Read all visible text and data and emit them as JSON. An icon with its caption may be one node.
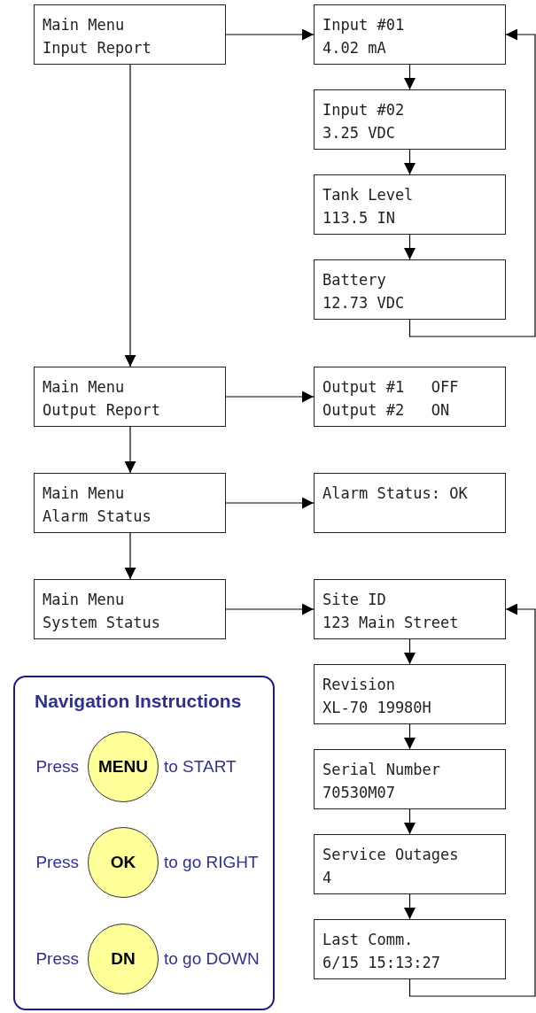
{
  "diagram": {
    "nodes": [
      {
        "text": [
          "Main Menu",
          "Input Report"
        ]
      },
      {
        "text": [
          "Input #01",
          "4.02 mA"
        ]
      },
      {
        "text": [
          "Input #02",
          "3.25 VDC"
        ]
      },
      {
        "text": [
          "Tank Level",
          "113.5 IN"
        ]
      },
      {
        "text": [
          "Battery",
          "12.73 VDC"
        ]
      },
      {
        "text": [
          "Main Menu",
          "Output Report"
        ]
      },
      {
        "text": [
          "Output #1   OFF",
          "Output #2   ON"
        ]
      },
      {
        "text": [
          "Main Menu",
          "Alarm Status"
        ]
      },
      {
        "text": [
          "Alarm Status: OK"
        ]
      },
      {
        "text": [
          "Main Menu",
          "System Status"
        ]
      },
      {
        "text": [
          "Site ID",
          "123 Main Street"
        ]
      },
      {
        "text": [
          "Revision",
          "XL-70 19980H"
        ]
      },
      {
        "text": [
          "Serial Number",
          "70530M07"
        ]
      },
      {
        "text": [
          "Service Outages",
          "4"
        ]
      },
      {
        "text": [
          "Last Comm.",
          "6/15 15:13:27"
        ]
      },
      {
        "text": [
          "Navigation Instructions"
        ]
      },
      {
        "text": [
          "MENU"
        ],
        "in": 15,
        "beside": [
          "Press",
          "to START"
        ]
      },
      {
        "text": [
          "OK"
        ],
        "in": 15,
        "beside": [
          "Press",
          "to go RIGHT"
        ]
      },
      {
        "text": [
          "DN"
        ],
        "in": 15,
        "beside": [
          "Press",
          "to go DOWN"
        ]
      }
    ],
    "edges": [
      {
        "from": 0,
        "to": 1,
        "arrow": "to"
      },
      {
        "from": 1,
        "to": 2,
        "arrow": "to"
      },
      {
        "from": 2,
        "to": 3,
        "arrow": "to"
      },
      {
        "from": 3,
        "to": 4,
        "arrow": "to"
      },
      {
        "from": 4,
        "to": 1,
        "arrow": "to"
      },
      {
        "from": 0,
        "to": 5,
        "arrow": "to"
      },
      {
        "from": 5,
        "to": 6,
        "arrow": "to"
      },
      {
        "from": 5,
        "to": 7,
        "arrow": "to"
      },
      {
        "from": 7,
        "to": 8,
        "arrow": "to"
      },
      {
        "from": 7,
        "to": 9,
        "arrow": "to"
      },
      {
        "from": 9,
        "to": 10,
        "arrow": "to"
      },
      {
        "from": 10,
        "to": 11,
        "arrow": "to"
      },
      {
        "from": 11,
        "to": 12,
        "arrow": "to"
      },
      {
        "from": 12,
        "to": 13,
        "arrow": "to"
      },
      {
        "from": 13,
        "to": 14,
        "arrow": "to"
      },
      {
        "from": 14,
        "to": 10,
        "arrow": "to"
      }
    ]
  }
}
